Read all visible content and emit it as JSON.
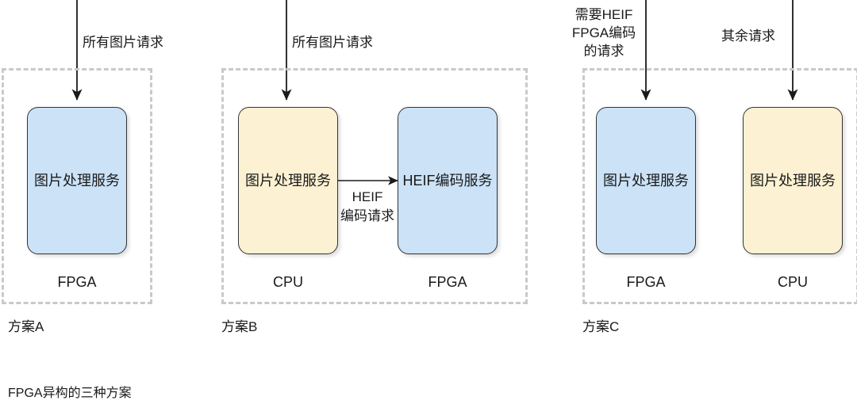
{
  "caption": "FPGA异构的三种方案",
  "panels": [
    {
      "id": "a",
      "scheme_label": "方案A",
      "inbound": [
        {
          "name": "all-image-requests",
          "lines": [
            "所有图片请求"
          ]
        }
      ],
      "boxes": [
        {
          "name": "image-processing-service",
          "text": "图片处理服务",
          "fill": "#cbe2f7",
          "platform": "FPGA"
        }
      ]
    },
    {
      "id": "b",
      "scheme_label": "方案B",
      "inbound": [
        {
          "name": "all-image-requests",
          "lines": [
            "所有图片请求"
          ]
        }
      ],
      "boxes": [
        {
          "name": "image-processing-service",
          "text": "图片处理服务",
          "fill": "#fcf1d2",
          "platform": "CPU"
        },
        {
          "name": "heif-encoding-service",
          "text": "HEIF编码服务",
          "fill": "#cbe2f7",
          "platform": "FPGA"
        }
      ],
      "internal_arrow": {
        "name": "heif-encode-request",
        "lines": [
          "HEIF",
          "编码请求"
        ]
      }
    },
    {
      "id": "c",
      "scheme_label": "方案C",
      "inbound": [
        {
          "name": "heif-fpga-encode-requests",
          "lines": [
            "需要HEIF",
            "FPGA编码",
            "的请求"
          ]
        },
        {
          "name": "remaining-requests",
          "lines": [
            "其余请求"
          ]
        }
      ],
      "boxes": [
        {
          "name": "image-processing-service",
          "text": "图片处理服务",
          "fill": "#cbe2f7",
          "platform": "FPGA"
        },
        {
          "name": "image-processing-service",
          "text": "图片处理服务",
          "fill": "#fcf1d2",
          "platform": "CPU"
        }
      ]
    }
  ],
  "colors": {
    "blue_fill": "#cbe2f7",
    "yellow_fill": "#fcf1d2",
    "box_stroke": "#333333",
    "dashed_border": "#c9c9c9",
    "arrow": "#1a1a1a",
    "text": "#1a1a1a"
  }
}
